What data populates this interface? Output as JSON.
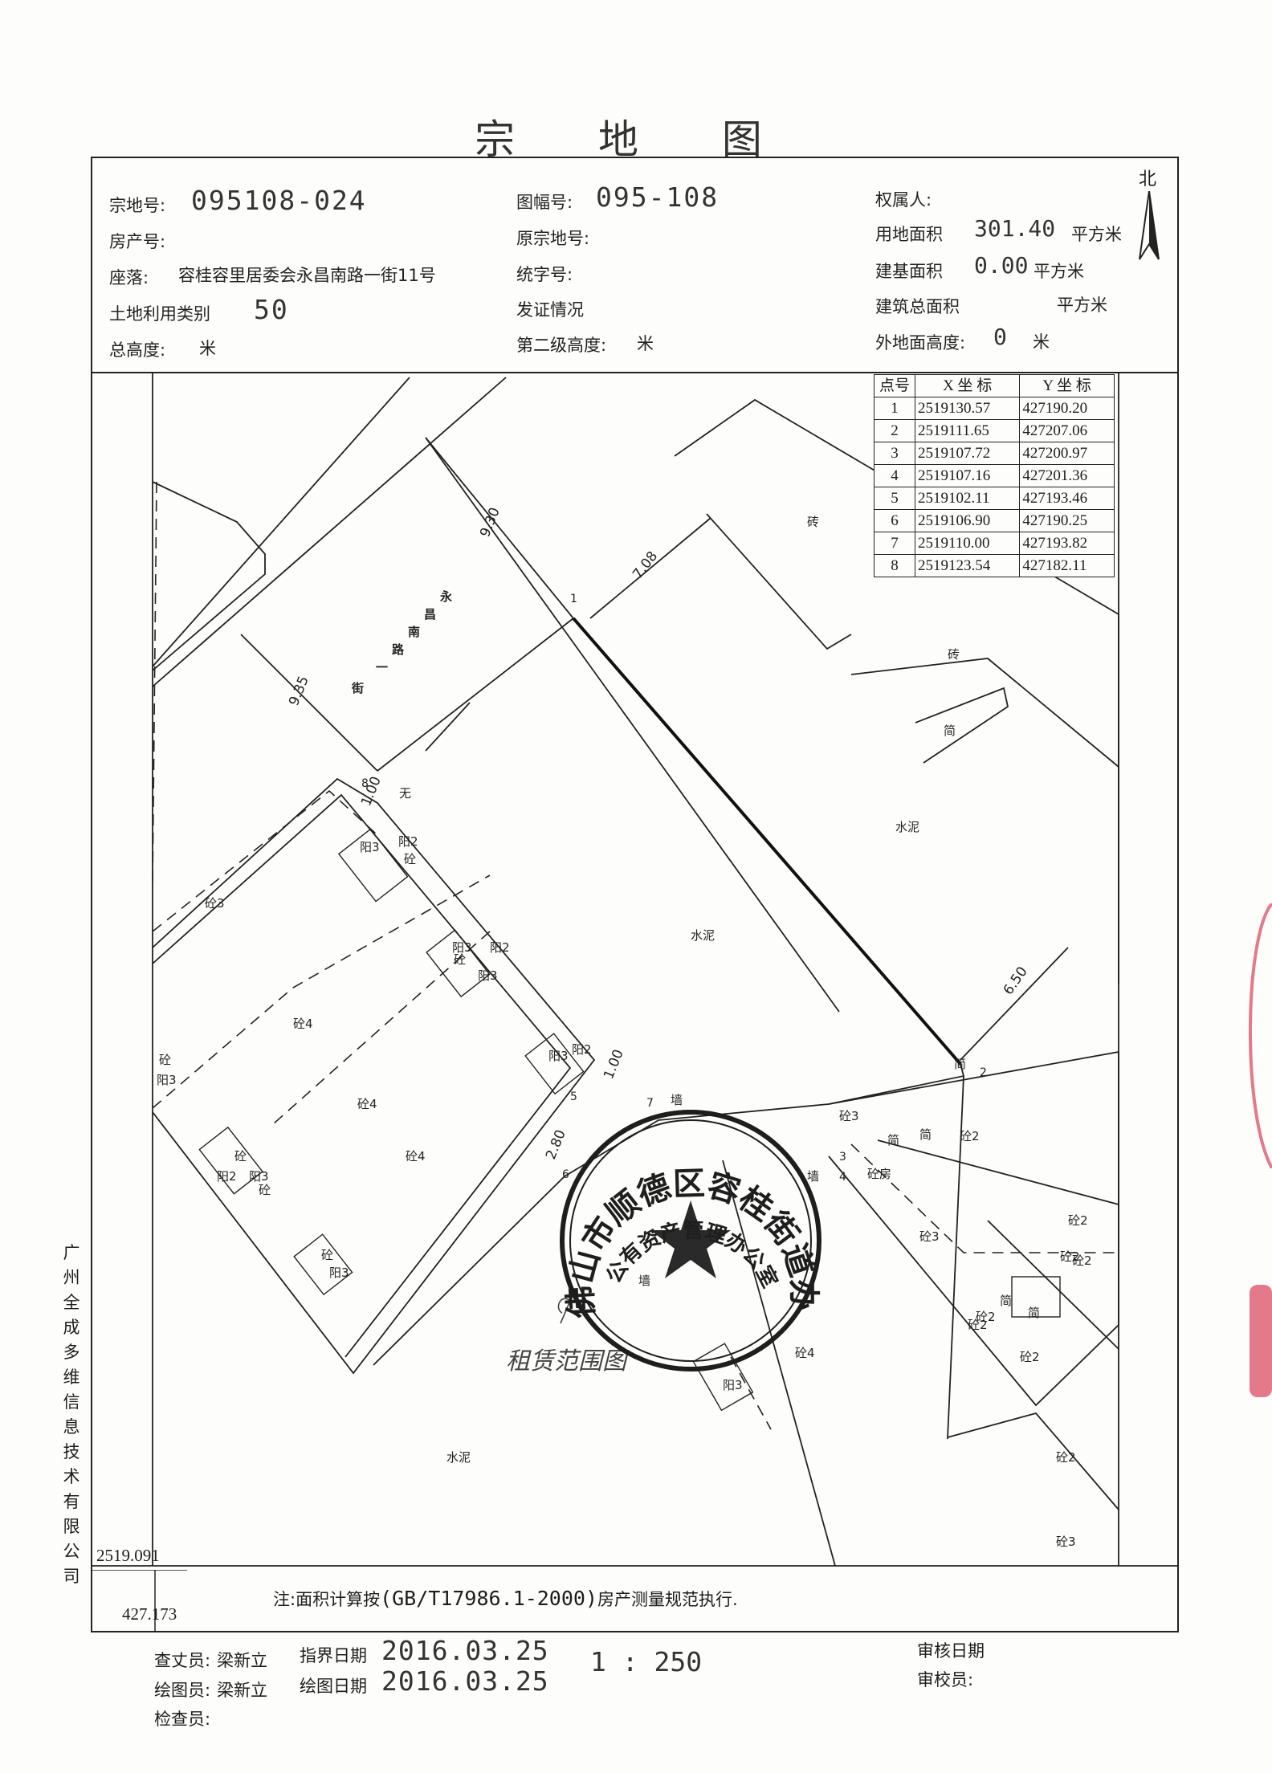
{
  "title": "宗 地 图",
  "header": {
    "parcel_no_label": "宗地号:",
    "parcel_no": "095108-024",
    "sheet_no_label": "图幅号:",
    "sheet_no": "095-108",
    "owner_label": "权属人:",
    "owner": "",
    "property_no_label": "房产号:",
    "orig_parcel_label": "原宗地号:",
    "land_area_label": "用地面积",
    "land_area": "301.40",
    "unit_sqm": "平方米",
    "location_label": "座落:",
    "location": "容桂容里居委会永昌南路一街11号",
    "unified_no_label": "统字号:",
    "base_area_label": "建基面积",
    "base_area": "0.00",
    "land_use_label": "土地利用类别",
    "land_use": "50",
    "cert_label": "发证情况",
    "total_build_area_label": "建筑总面积",
    "total_height_label": "总高度:",
    "unit_m": "米",
    "second_height_label": "第二级高度:",
    "outer_ground_label": "外地面高度:",
    "outer_ground": "0"
  },
  "north_label": "北",
  "coords": {
    "headers": [
      "点号",
      "X 坐 标",
      "Y 坐 标"
    ],
    "rows": [
      [
        "1",
        "2519130.57",
        "427190.20"
      ],
      [
        "2",
        "2519111.65",
        "427207.06"
      ],
      [
        "3",
        "2519107.72",
        "427200.97"
      ],
      [
        "4",
        "2519107.16",
        "427201.36"
      ],
      [
        "5",
        "2519102.11",
        "427193.46"
      ],
      [
        "6",
        "2519106.90",
        "427190.25"
      ],
      [
        "7",
        "2519110.00",
        "427193.82"
      ],
      [
        "8",
        "2519123.54",
        "427182.11"
      ]
    ]
  },
  "map": {
    "dims": [
      "9.30",
      "7.08",
      "9.35",
      "6.50",
      "1.00",
      "1.00",
      "2.80"
    ],
    "point_labels": [
      "1",
      "2",
      "3",
      "4",
      "5",
      "6",
      "7",
      "8"
    ],
    "road_label": [
      "永",
      "昌",
      "南",
      "路",
      "一",
      "街"
    ],
    "materials": [
      "水泥",
      "水泥",
      "水泥",
      "砖",
      "砖",
      "简",
      "砼3",
      "砼4",
      "砼4",
      "砼4",
      "砼3",
      "砼2",
      "砼3",
      "砼2",
      "砼2",
      "砼4",
      "砼2",
      "砼3",
      "墙",
      "墙",
      "墙",
      "无",
      "阳3",
      "阳3",
      "阳3",
      "阳3",
      "阳3",
      "阳3",
      "阳3",
      "阳2",
      "阳2",
      "阳2",
      "阳2",
      "砼",
      "砼",
      "砼",
      "砼",
      "砼",
      "砼",
      "简",
      "简",
      "简",
      "简",
      "简",
      "砼2",
      "砼2",
      "砼2",
      "砼房",
      "阳3",
      "砼2"
    ],
    "handwritten_note": "租赁范围图",
    "stamp_outer": "佛山市顺德区容桂街道办事处",
    "stamp_inner": "公有资产管理办公室"
  },
  "side_company": "广州全成多维信息技术有限公司",
  "corner_x": "2519.091",
  "corner_y": "427.173",
  "note_prefix": "注:面积计算按",
  "note_std": "(GB/T17986.1-2000)",
  "note_suffix": "房产测量规范执行.",
  "footer": {
    "surveyor_label": "查丈员:",
    "surveyor": "梁新立",
    "boundary_date_label": "指界日期",
    "boundary_date": "2016.03.25",
    "drafter_label": "绘图员:",
    "drafter": "梁新立",
    "draw_date_label": "绘图日期",
    "draw_date": "2016.03.25",
    "checker_label": "检查员:",
    "scale": "1 : 250",
    "review_date_label": "审核日期",
    "reviewer_label": "审校员:"
  },
  "colors": {
    "ink": "#1c1c1c",
    "stamp": "#1e1e1e",
    "red_stamp": "#d8405a"
  }
}
